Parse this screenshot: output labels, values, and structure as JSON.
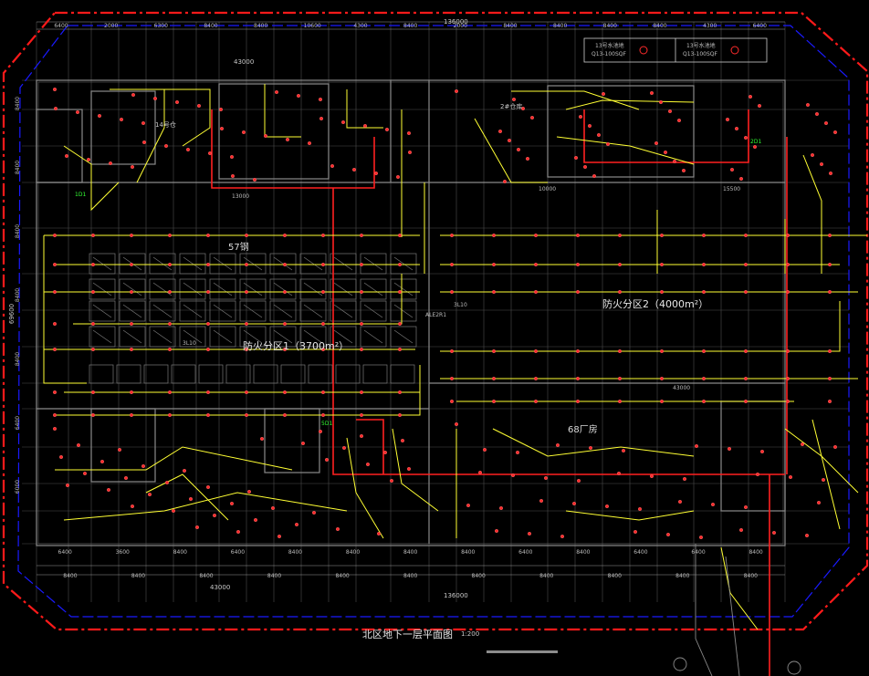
{
  "drawing": {
    "title": "北区地下一层平面图",
    "scale": "1:200",
    "total_dim_top": "136000",
    "total_dim_bottom": "136000",
    "dim_sub_top": "43000",
    "dim_sub_bottom": "43000",
    "left_height": "69600"
  },
  "zones": [
    {
      "key": "zone1",
      "label": "防火分区1（3700m²）"
    },
    {
      "key": "zone2",
      "label": "防火分区2（4000m²）"
    }
  ],
  "rooms": [
    {
      "key": "r57",
      "label": "57钢"
    },
    {
      "key": "r68",
      "label": "68厂房"
    },
    {
      "key": "r14",
      "label": "14号仓"
    },
    {
      "key": "r2",
      "label": "2#仓库"
    }
  ],
  "legend": [
    {
      "key": "l1",
      "line1": "13号水池地",
      "line2": "Q13-100SQF"
    },
    {
      "key": "l2",
      "line1": "13号水池地",
      "line2": "Q13-100SQF"
    }
  ],
  "dims_top": [
    "6400",
    "2000",
    "6300",
    "8400",
    "8400",
    "10600",
    "4300",
    "8400",
    "2000",
    "8400",
    "8400",
    "8400",
    "8400",
    "4300",
    "6400"
  ],
  "dims_bottom_a": [
    "6400",
    "3600",
    "8400",
    "6400",
    "8400",
    "8400",
    "8400",
    "8400",
    "6400",
    "8400",
    "6400",
    "6400",
    "8400"
  ],
  "dims_bottom_b": [
    "8400",
    "8400",
    "8400",
    "8400",
    "8400",
    "8400",
    "8400",
    "8400",
    "8400",
    "8400",
    "8400"
  ],
  "dims_left": [
    "8400",
    "8400",
    "8400",
    "8400",
    "8400",
    "6400",
    "6000"
  ],
  "misc_labels": [
    {
      "key": "m1",
      "text": "13000"
    },
    {
      "key": "m2",
      "text": "15500"
    },
    {
      "key": "m3",
      "text": "10000"
    },
    {
      "key": "m4",
      "text": "43000"
    },
    {
      "key": "m5",
      "text": "3L10"
    },
    {
      "key": "m6",
      "text": "3L10"
    },
    {
      "key": "m7",
      "text": "ALE2R1"
    },
    {
      "key": "m8",
      "text": "5D1"
    },
    {
      "key": "m9",
      "text": "1D1"
    },
    {
      "key": "m10",
      "text": "2D1"
    }
  ],
  "colors": {
    "background": "#000000",
    "grid": "#4d4d4d",
    "walls": "#8a8a8a",
    "circuit": "#ffff33",
    "trunk": "#ff2020",
    "boundary_red": "#ff1a1a",
    "boundary_blue": "#1a1aff",
    "node_fill": "#ff2b2b",
    "label_green": "#33ff33"
  }
}
